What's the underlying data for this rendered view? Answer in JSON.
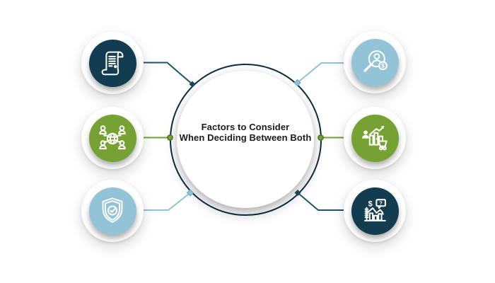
{
  "center": {
    "title_line1": "Factors to Consider",
    "title_line2": "When Deciding Between Both",
    "ring_color": "#0c2e3e",
    "fill_color": "#ffffff",
    "text_color": "#1b1b1b"
  },
  "palette": {
    "dark_teal": "#123c50",
    "green": "#76a233",
    "light_blue": "#93c3d6",
    "teal_line": "#1a5570",
    "green_line": "#74a12f",
    "blue_line": "#8ec2d7"
  },
  "nodes": [
    {
      "position": "top-left",
      "icon": "scroll-document-icon",
      "color": "#123c50"
    },
    {
      "position": "middle-left",
      "icon": "global-team-network-icon",
      "color": "#76a233"
    },
    {
      "position": "bottom-left",
      "icon": "shield-check-icon",
      "color": "#93c3d6"
    },
    {
      "position": "top-right",
      "icon": "talent-search-cost-icon",
      "color": "#93c3d6"
    },
    {
      "position": "middle-right",
      "icon": "market-growth-cart-icon",
      "color": "#76a233"
    },
    {
      "position": "bottom-right",
      "icon": "cost-analysis-chart-icon",
      "color": "#123c50"
    }
  ],
  "icon_glyphs": {
    "dollar": "$",
    "question": "?"
  }
}
